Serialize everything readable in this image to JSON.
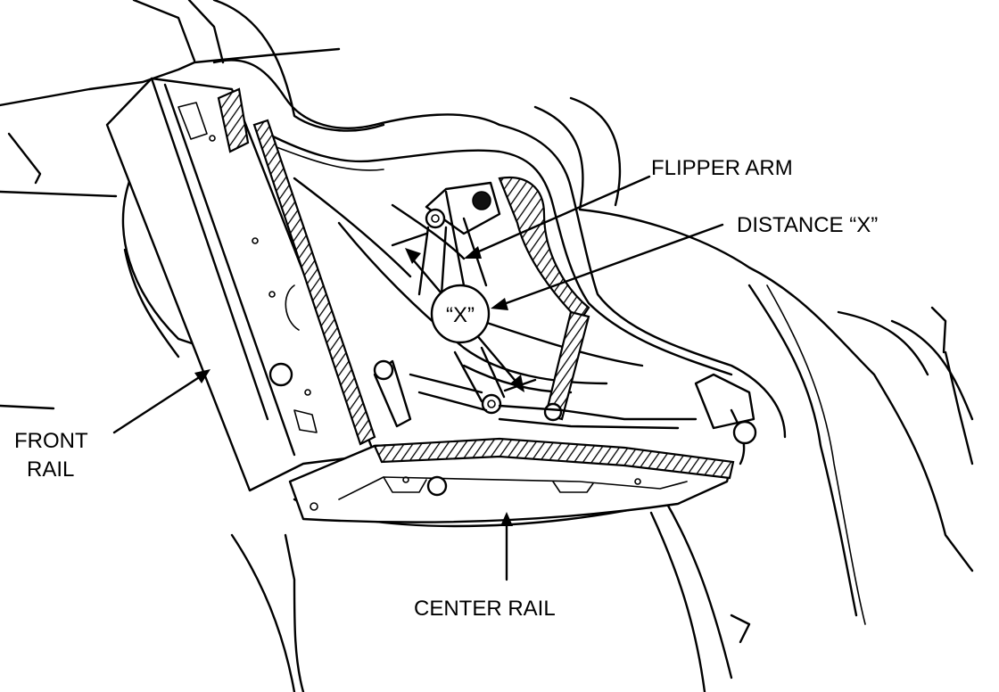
{
  "labels": {
    "flipper_arm": "FLIPPER ARM",
    "distance_x": "DISTANCE “X”",
    "front_rail_line1": "FRONT",
    "front_rail_line2": "RAIL",
    "center_rail": "CENTER RAIL",
    "x_mark": "“X”"
  }
}
